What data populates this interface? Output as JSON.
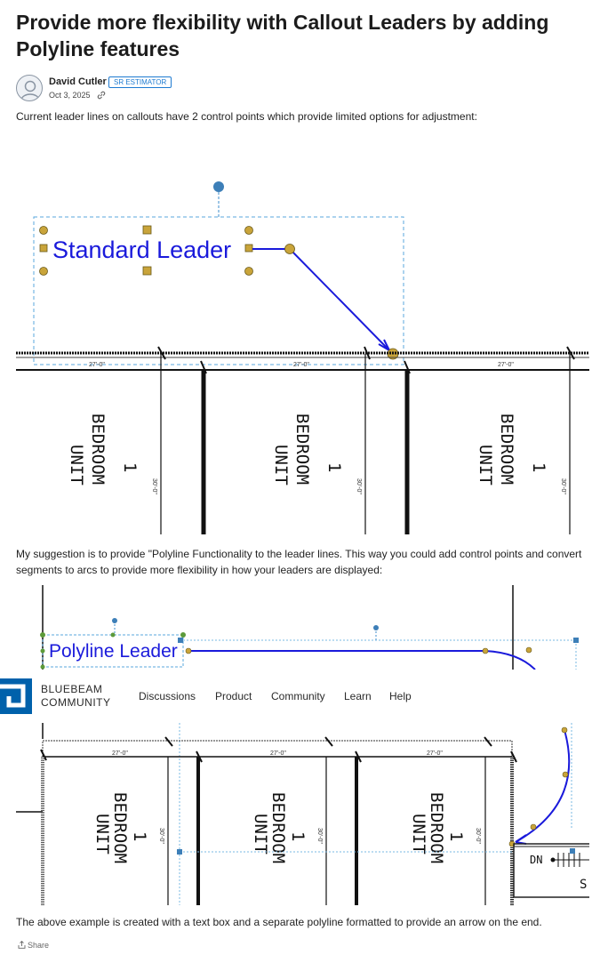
{
  "article": {
    "title": "Provide more flexibility with Callout Leaders by adding Polyline features",
    "author": "David Cutler",
    "badge": "SR ESTIMATOR",
    "date": "Oct 3, 2025",
    "paragraphs": [
      "Current leader lines on callouts have 2 control points which provide limited options for adjustment:",
      "My suggestion is to provide \"Polyline Functionality to the leader lines. This way you could add control points and convert segments to arcs to provide more flexibility in how your leaders are displayed:",
      "The above example is created with a text box and a separate polyline formatted to provide an arrow on the end."
    ],
    "share_label": "Share"
  },
  "figure1": {
    "callout_text": "Standard Leader",
    "unit_labels": [
      "1",
      "BEDROOM",
      "UNIT"
    ],
    "dim_width": "27'-0\"",
    "dim_height": "30'-0\""
  },
  "figure2": {
    "callout_text": "Polyline Leader"
  },
  "figure3": {
    "unit_labels": [
      "1",
      "BEDROOM",
      "UNIT"
    ],
    "dim_width": "27'-0\"",
    "dim_height": "30'-0\"",
    "stair_label": "DN"
  },
  "nav": {
    "brand_line1": "BLUEBEAM",
    "brand_line2": "COMMUNITY",
    "items": [
      "Discussions",
      "Product",
      "Community",
      "Learn",
      "Help"
    ]
  },
  "colors": {
    "brand_blue": "#0061ab",
    "leader_blue": "#1a1adb",
    "badge_blue": "#1f7bd1",
    "handle_gold": "#c9a43a"
  }
}
